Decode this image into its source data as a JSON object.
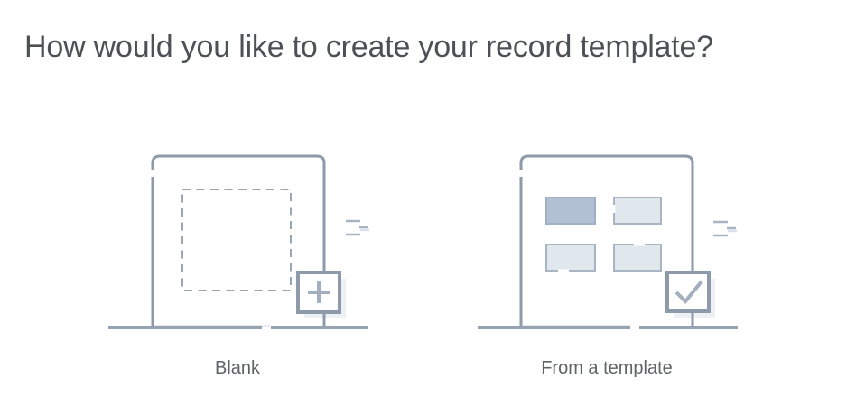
{
  "page": {
    "title": "How would you like to create your record template?",
    "background": "#ffffff"
  },
  "options": [
    {
      "id": "blank",
      "label": "Blank",
      "icon": "plus-icon"
    },
    {
      "id": "from-template",
      "label": "From a template",
      "icon": "check-icon"
    }
  ],
  "colors": {
    "heading_text": "#4d5156",
    "label_text": "#5f6368",
    "stroke": "#8e99a9",
    "baseline": "#97a2b0",
    "dashed": "#9aa5b6",
    "deco": "#a9b4c3",
    "deco_light": "#d9e2ee",
    "icon": "#a3aebf",
    "shadow": "#edf1f6",
    "fill_medium": "#b2c0d3",
    "fill_medium_border": "#a0aec6",
    "fill_light": "#e0e7ed",
    "fill_light_border": "#a9b5c3",
    "faint": "#e8ecf2"
  }
}
